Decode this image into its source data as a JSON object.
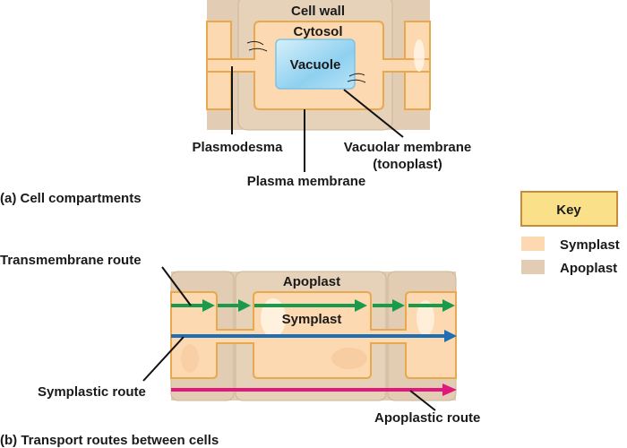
{
  "part_a": {
    "caption": "(a) Cell compartments",
    "labels": {
      "cell_wall": "Cell wall",
      "cytosol": "Cytosol",
      "vacuole": "Vacuole",
      "plasmodesma": "Plasmodesma",
      "plasma_membrane": "Plasma membrane",
      "vacuolar_membrane_line1": "Vacuolar membrane",
      "vacuolar_membrane_line2": "(tonoplast)"
    }
  },
  "part_b": {
    "caption": "(b) Transport routes between cells",
    "labels": {
      "apoplast": "Apoplast",
      "symplast": "Symplast",
      "transmembrane_route": "Transmembrane route",
      "symplastic_route": "Symplastic route",
      "apoplastic_route": "Apoplastic route"
    },
    "route_colors": {
      "transmembrane": "#1a9a4a",
      "symplastic": "#1f6fb5",
      "apoplastic": "#e0197d"
    }
  },
  "key": {
    "title": "Key",
    "items": [
      {
        "label": "Symplast",
        "color": "#fcd9b0"
      },
      {
        "label": "Apoplast",
        "color": "#e2cdb4"
      }
    ]
  },
  "colors": {
    "apoplast": "#e2cdb4",
    "symplast": "#fcd9b0",
    "membrane": "#e8a94e",
    "vacuole": "#a9dcf4",
    "key_box": "#fbe08a"
  }
}
